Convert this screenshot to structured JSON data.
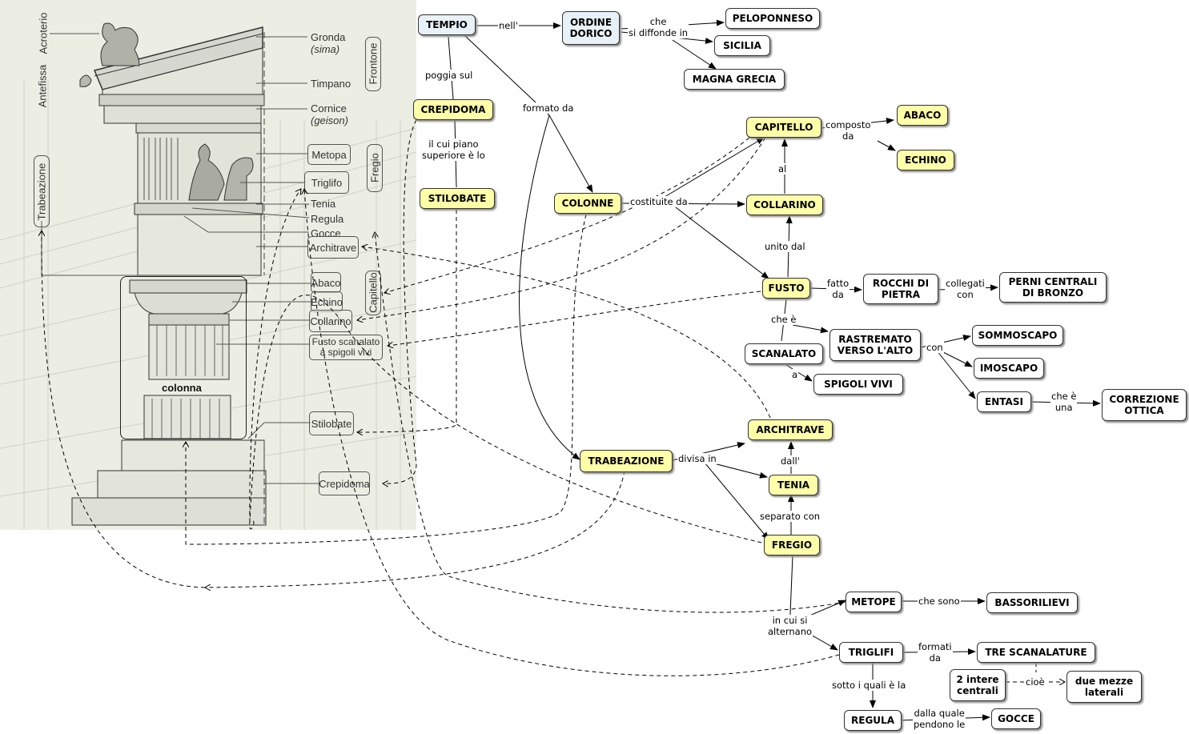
{
  "image_labels": {
    "acroterio": "Acroterio",
    "antefissa": "Antefissa",
    "gronda": "Gronda",
    "sima": "(sima)",
    "timpano": "Timpano",
    "cornice": "Cornice",
    "geison": "(geison)",
    "tenia": "Tenia",
    "regula": "Regula",
    "gocce": "Gocce",
    "frontone": "Frontone",
    "fregio": "Fregio",
    "capitello": "Capitello",
    "trabeazione": "Trabeazione",
    "metopa": "Metopa",
    "triglifo": "Triglifo",
    "architrave": "Architrave",
    "abaco": "Abaco",
    "echino": "Echino",
    "collarino": "Collarino",
    "fusto": "Fusto scanalato\na spigoli vivi",
    "stilobate": "Stilobate",
    "crepidoma": "Crepidoma",
    "colonna": "colonna"
  },
  "nodes": {
    "tempio": "TEMPIO",
    "ordine_dorico": "ORDINE\nDORICO",
    "peloponneso": "PELOPONNESO",
    "sicilia": "SICILIA",
    "magna_grecia": "MAGNA  GRECIA",
    "crepidoma": "CREPIDOMA",
    "stilobate": "STILOBATE",
    "colonne": "COLONNE",
    "capitello": "CAPITELLO",
    "abaco": "ABACO",
    "echino": "ECHINO",
    "collarino": "COLLARINO",
    "fusto": "FUSTO",
    "rocchi": "ROCCHI DI\nPIETRA",
    "perni": "PERNI  CENTRALI\nDI  BRONZO",
    "scanalato": "SCANALATO",
    "spigoli": "SPIGOLI  VIVI",
    "rastremato": "RASTREMATO\nVERSO L'ALTO",
    "sommoscapo": "SOMMOSCAPO",
    "imoscapo": "IMOSCAPO",
    "entasi": "ENTASI",
    "correzione": "CORREZIONE\nOTTICA",
    "trabeazione": "TRABEAZIONE",
    "architrave": "ARCHITRAVE",
    "tenia": "TENIA",
    "fregio": "FREGIO",
    "metope": "METOPE",
    "bassorilievi": "BASSORILIEVI",
    "triglifi": "TRIGLIFI",
    "tre_scanalature": "TRE  SCANALATURE",
    "intere": "2 intere\ncentrali",
    "mezze": "due  mezze\nlaterali",
    "regula": "REGULA",
    "gocce": "GOCCE"
  },
  "link_labels": {
    "nell": "nell'",
    "che_si_diffonde": "che\nsi diffonde in",
    "poggia_sul": "poggia sul",
    "formato_da": "formato da",
    "il_cui_piano": "il cui piano\nsuperiore è lo",
    "costituite_da": "costituite da",
    "composto_da": "composto\nda",
    "al": "al",
    "unito_dal": "unito dal",
    "fatto_da": "fatto\nda",
    "collegati_con": "collegati\ncon",
    "che_e": "che è",
    "a": "a",
    "con": "con",
    "che_e_una": "che è\nuna",
    "divisa_in": "divisa   in",
    "dall": "dall'",
    "separato_con": "separato con",
    "che_sono": "che sono",
    "in_cui_si_alternano": "in cui si\nalternano",
    "formati_da": "formati\nda",
    "cioe": "cioè",
    "sotto_i_quali": "sotto i quali è la",
    "dalla_quale": "dalla quale\npendono le"
  },
  "colors": {
    "concept_fill": "#ffffff",
    "highlight_fill": "#ffffa8",
    "dorico_fill": "#e8f1f8",
    "image_background": "#eceee4",
    "line": "#000000"
  }
}
